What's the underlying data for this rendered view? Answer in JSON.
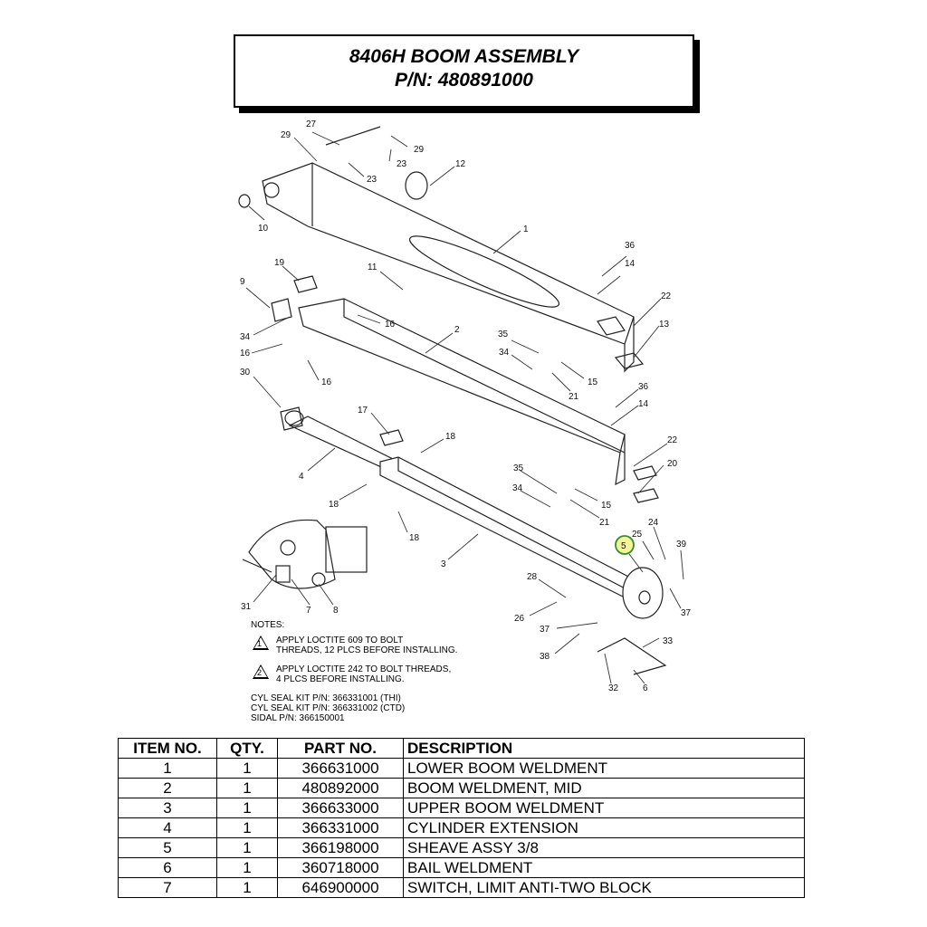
{
  "title": {
    "line1": "8406H BOOM ASSEMBLY",
    "line2": "P/N: 480891000"
  },
  "callouts": [
    "27",
    "29",
    "29",
    "23",
    "23",
    "12",
    "10",
    "1",
    "36",
    "14",
    "22",
    "13",
    "19",
    "11",
    "9",
    "16",
    "34",
    "16",
    "16",
    "2",
    "35",
    "34",
    "15",
    "21",
    "30",
    "36",
    "14",
    "22",
    "20",
    "17",
    "18",
    "4",
    "18",
    "18",
    "35",
    "34",
    "15",
    "21",
    "3",
    "5",
    "25",
    "24",
    "39",
    "28",
    "26",
    "37",
    "37",
    "38",
    "33",
    "32",
    "6",
    "31",
    "7",
    "8"
  ],
  "notes": {
    "header": "NOTES:",
    "items": [
      {
        "num": "1",
        "text_line1": "APPLY LOCTITE 609 TO BOLT",
        "text_line2": "THREADS, 12 PLCS BEFORE INSTALLING."
      },
      {
        "num": "2",
        "text_line1": "APPLY LOCTITE 242 TO BOLT THREADS,",
        "text_line2": "4 PLCS BEFORE INSTALLING."
      }
    ],
    "kits": [
      "CYL SEAL KIT P/N:  366331001 (THI)",
      "CYL SEAL KIT P/N:  366331002 (CTD)",
      "SIDAL P/N:  366150001"
    ]
  },
  "table": {
    "headers": [
      "ITEM NO.",
      "QTY.",
      "PART NO.",
      "DESCRIPTION"
    ],
    "rows": [
      {
        "item": "1",
        "qty": "1",
        "part": "366631000",
        "desc": "LOWER BOOM WELDMENT"
      },
      {
        "item": "2",
        "qty": "1",
        "part": "480892000",
        "desc": "BOOM WELDMENT, MID"
      },
      {
        "item": "3",
        "qty": "1",
        "part": "366633000",
        "desc": "UPPER BOOM WELDMENT"
      },
      {
        "item": "4",
        "qty": "1",
        "part": "366331000",
        "desc": "CYLINDER EXTENSION"
      },
      {
        "item": "5",
        "qty": "1",
        "part": "366198000",
        "desc": "SHEAVE ASSY 3/8"
      },
      {
        "item": "6",
        "qty": "1",
        "part": "360718000",
        "desc": "BAIL WELDMENT"
      },
      {
        "item": "7",
        "qty": "1",
        "part": "646900000",
        "desc": "SWITCH, LIMIT ANTI-TWO BLOCK"
      }
    ]
  }
}
